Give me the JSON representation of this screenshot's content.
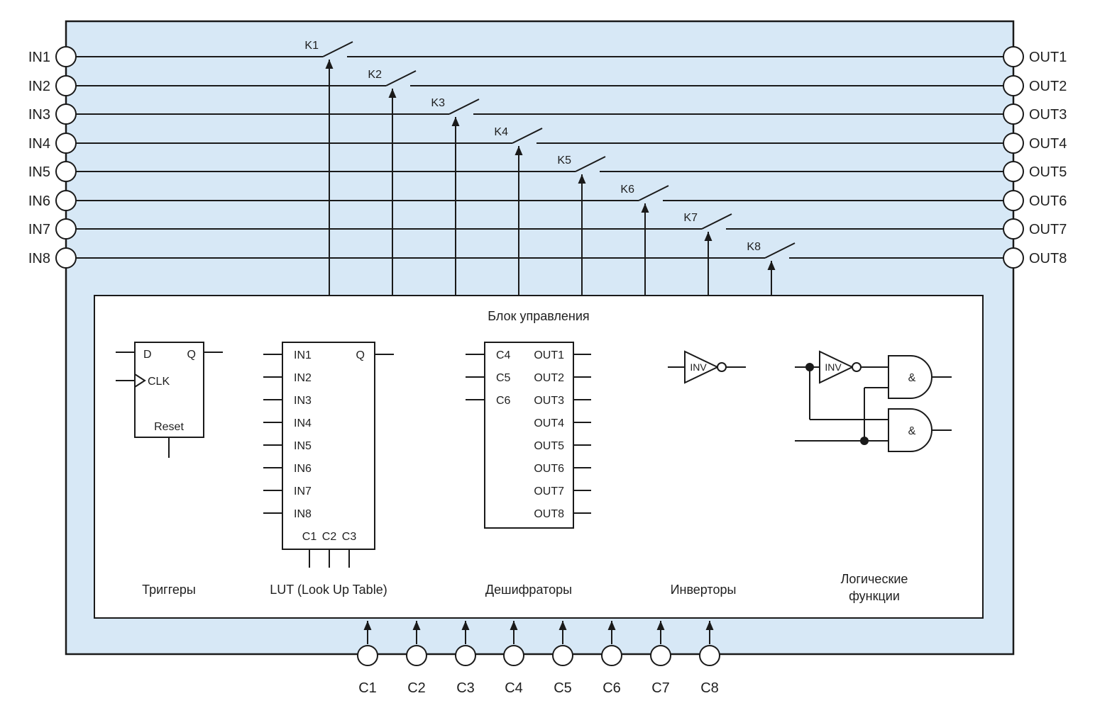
{
  "diagram": {
    "control_block_title": "Блок управления",
    "inputs": [
      "IN1",
      "IN2",
      "IN3",
      "IN4",
      "IN5",
      "IN6",
      "IN7",
      "IN8"
    ],
    "outputs": [
      "OUT1",
      "OUT2",
      "OUT3",
      "OUT4",
      "OUT5",
      "OUT6",
      "OUT7",
      "OUT8"
    ],
    "switches": [
      "K1",
      "K2",
      "K3",
      "K4",
      "K5",
      "K6",
      "K7",
      "K8"
    ],
    "control_pins": [
      "C1",
      "C2",
      "C3",
      "C4",
      "C5",
      "C6",
      "C7",
      "C8"
    ],
    "trigger": {
      "d_label": "D",
      "q_label": "Q",
      "clk_label": "CLK",
      "reset_label": "Reset",
      "caption": "Триггеры"
    },
    "lut": {
      "inputs": [
        "IN1",
        "IN2",
        "IN3",
        "IN4",
        "IN5",
        "IN6",
        "IN7",
        "IN8"
      ],
      "q_label": "Q",
      "pin_labels": [
        "C1",
        "C2",
        "C3"
      ],
      "caption": "LUT (Look Up Table)"
    },
    "decoder": {
      "inputs": [
        "C4",
        "C5",
        "C6"
      ],
      "outputs": [
        "OUT1",
        "OUT2",
        "OUT3",
        "OUT4",
        "OUT5",
        "OUT6",
        "OUT7",
        "OUT8"
      ],
      "caption": "Дешифраторы"
    },
    "inverter": {
      "gate_label": "INV",
      "caption": "Инверторы"
    },
    "logic": {
      "inv_label": "INV",
      "and1_label": "&",
      "and2_label": "&",
      "caption_line1": "Логические",
      "caption_line2": "функции"
    },
    "colors": {
      "chip_fill": "#d7e8f6",
      "block_fill": "#ffffff",
      "stroke": "#1a1a1a"
    }
  }
}
